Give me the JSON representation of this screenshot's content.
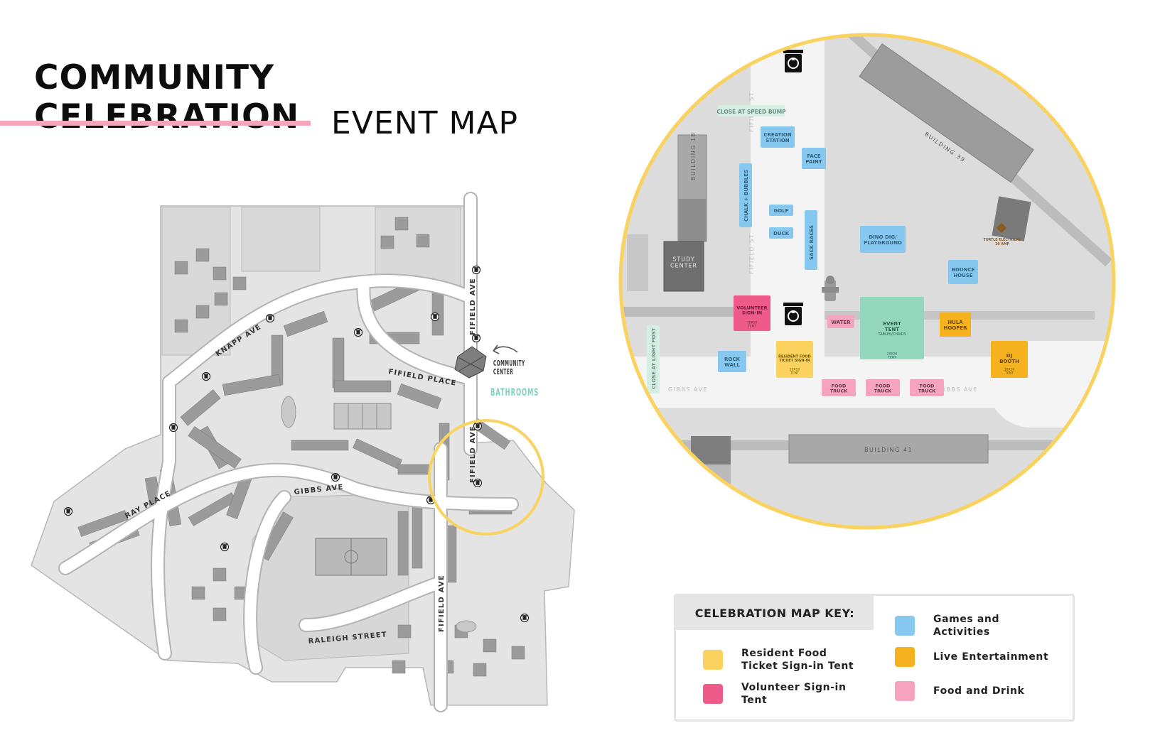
{
  "header": {
    "title": "COMMUNITY CELEBRATION",
    "subtitle": "EVENT MAP"
  },
  "colors": {
    "accent_pink": "#f4a6bd",
    "circle_outline": "#f9d260",
    "bathrooms_teal": "#7fd3bf",
    "games": "#86c8ef",
    "food_ticket": "#fbd25d",
    "volunteer": "#ee5a8a",
    "live": "#f6b21e",
    "food_drink": "#f5a3bf",
    "event_tent": "#93d7bf"
  },
  "overview_map": {
    "streets": {
      "knapp": "KNAPP AVE",
      "fifield_place": "FIFIELD PLACE",
      "fifield_ave_top": "FIFIELD AVE",
      "fifield_ave_mid": "FIFIELD AVE",
      "fifield_ave_low": "FIFIELD AVE",
      "gibbs": "GIBBS AVE",
      "ray": "RAY PLACE",
      "raleigh": "RALEIGH STREET"
    },
    "community_center": "COMMUNITY CENTER",
    "bathrooms": "BATHROOMS",
    "trash_icon": "trash-icon"
  },
  "detail_map": {
    "buildings": {
      "b18": "BUILDING 18",
      "b39": "BUILDING 39",
      "b41": "BUILDING 41",
      "study": "STUDY CENTER"
    },
    "streets": {
      "fifield_top": "FIFIELD ST.",
      "fifield_mid": "FIFIELD ST.",
      "gibbs_left": "GIBBS AVE",
      "gibbs_right": "GIBBS AVE"
    },
    "notes": {
      "speed_bump": "CLOSE AT SPEED BUMP",
      "light_post": "CLOSE AT LIGHT POST"
    },
    "electrical": "TURTLE ELECTRICAL 20 AMP",
    "stations": {
      "creation": "CREATION STATION",
      "face": "FACE PAINT",
      "chalk": "CHALK + BUBBLES",
      "golf": "GOLF",
      "duck": "DUCK",
      "sack": "SACK RACES",
      "dino": "DINO DIG/ PLAYGROUND",
      "bounce": "BOUNCE HOUSE",
      "volunteer": "VOLUNTEER SIGN-IN",
      "volunteer_size": "10X10 TENT",
      "water": "WATER",
      "event_tent": "EVENT TENT",
      "event_tent_sub": "TABLES/CHAIRS",
      "event_tent_size": "20X20 TENT",
      "hula": "HULA HOOPER",
      "dj": "DJ BOOTH",
      "dj_size": "10X10 TENT",
      "rock": "ROCK WALL",
      "resident": "RESIDENT FOOD TICKET SIGN-IN",
      "resident_size": "10X10 TENT",
      "food1": "FOOD TRUCK",
      "food2": "FOOD TRUCK",
      "food3": "FOOD TRUCK"
    },
    "icons": {
      "recycle": "recycle-icon",
      "hydrant": "fire-hydrant-icon"
    }
  },
  "legend": {
    "title": "CELEBRATION MAP KEY:",
    "items": {
      "games": "Games and Activities",
      "food_ticket": "Resident Food Ticket Sign-in Tent",
      "live": "Live Entertainment",
      "volunteer": "Volunteer Sign-in Tent",
      "food_drink": "Food and Drink"
    }
  }
}
